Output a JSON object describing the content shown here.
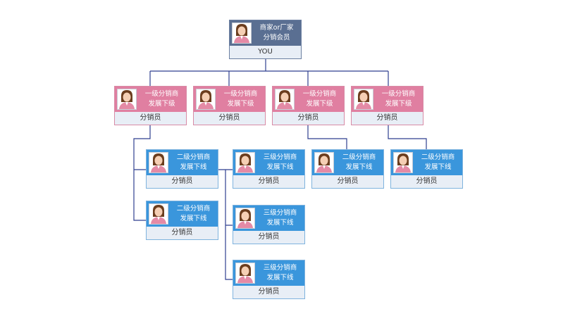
{
  "root": {
    "title1": "商家or厂家",
    "title2": "分销会员",
    "sub": "YOU"
  },
  "level1": [
    {
      "title1": "一级分销商",
      "title2": "发展下级",
      "sub": "分销员"
    },
    {
      "title1": "一级分销商",
      "title2": "发展下级",
      "sub": "分销员"
    },
    {
      "title1": "一级分销商",
      "title2": "发展下级",
      "sub": "分销员"
    },
    {
      "title1": "一级分销商",
      "title2": "发展下级",
      "sub": "分销员"
    }
  ],
  "level2": [
    {
      "title1": "二级分销商",
      "title2": "发展下线",
      "sub": "分销员"
    },
    {
      "title1": "二级分销商",
      "title2": "发展下线",
      "sub": "分销员"
    },
    {
      "title1": "二级分销商",
      "title2": "发展下线",
      "sub": "分销员"
    },
    {
      "title1": "二级分销商",
      "title2": "发展下线",
      "sub": "分销员"
    }
  ],
  "level3": [
    {
      "title1": "三级分销商",
      "title2": "发展下线",
      "sub": "分销员"
    },
    {
      "title1": "三级分销商",
      "title2": "发展下线",
      "sub": "分销员"
    },
    {
      "title1": "三级分销商",
      "title2": "发展下线",
      "sub": "分销员"
    }
  ],
  "colors": {
    "root": "#5a6f92",
    "level1": "#e07fa1",
    "level2_3": "#3a96dc",
    "connector": "#2f3f8f"
  }
}
